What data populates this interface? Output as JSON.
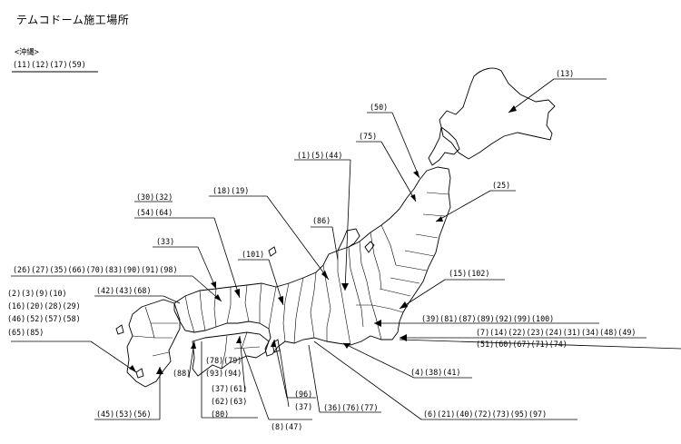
{
  "title": "テムコドーム施工場所",
  "okinawa": {
    "heading": "<沖縄>",
    "numbers": "(11)(12)(17)(59)"
  },
  "labels": {
    "l13": "(13)",
    "l50": "(50)",
    "l75": "(75)",
    "l1_5_44": "(1)(5)(44)",
    "l25": "(25)",
    "l18_19": "(18)(19)",
    "l30_32": "(30)(32)",
    "l54_64": "(54)(64)",
    "l86": "(86)",
    "l33": "(33)",
    "l101": "(101)",
    "l26_98": "(26)(27)(35)(66)(70)(83)(90)(91)(98)",
    "l42_43_68": "(42)(43)(68)",
    "l2_10": "(2)(3)(9)(10)",
    "l16_29": "(16)(20)(28)(29)",
    "l46_58": "(46)(52)(57)(58)",
    "l65_85": "(65)(85)",
    "l15_102": "(15)(102)",
    "l39_100": "(39)(81)(87)(89)(92)(99)(100)",
    "l7_49": "(7)(14)(22)(23)(24)(31)(34)(48)(49)",
    "l51_74": "(51)(60)(67)(71)(74)",
    "l4_38_41": "(4)(38)(41)",
    "l88": "(88)",
    "l78_79": "(78)(79)",
    "l93_94": "(93)(94)",
    "l37_61": "(37)(61)",
    "l62_63": "(62)(63)",
    "l80": "(80)",
    "l96": "(96)",
    "l37": "(37)",
    "l36_76_77": "(36)(76)(77)",
    "l8_47": "(8)(47)",
    "l6_97": "(6)(21)(40)(72)(73)(95)(97)",
    "l45_56": "(45)(53)(56)"
  }
}
